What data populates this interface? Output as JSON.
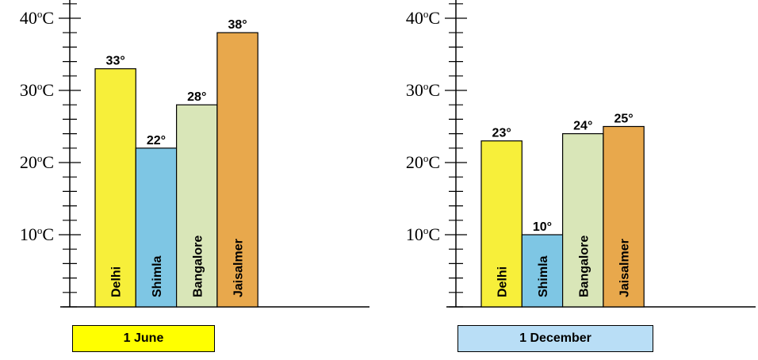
{
  "chart_data": [
    {
      "type": "bar",
      "caption": "1 June",
      "caption_color": "#ffff00",
      "categories": [
        "Delhi",
        "Shimla",
        "Bangalore",
        "Jaisalmer"
      ],
      "values": [
        33,
        22,
        28,
        38
      ],
      "value_labels": [
        "33°",
        "22°",
        "28°",
        "38°"
      ],
      "colors": [
        "#f7ef3a",
        "#7ec6e4",
        "#d9e6b8",
        "#e8a84c"
      ],
      "ylim": [
        0,
        42
      ],
      "yticks": [
        {
          "num": "10",
          "deg": "o",
          "unit": "C",
          "value": 10
        },
        {
          "num": "20",
          "deg": "o",
          "unit": "C",
          "value": 20
        },
        {
          "num": "30",
          "deg": "o",
          "unit": "C",
          "value": 30
        },
        {
          "num": "40",
          "deg": "o",
          "unit": "C",
          "value": 40
        }
      ]
    },
    {
      "type": "bar",
      "caption": "1 December",
      "caption_color": "#b9def6",
      "categories": [
        "Delhi",
        "Shimla",
        "Bangalore",
        "Jaisalmer"
      ],
      "values": [
        23,
        10,
        24,
        25
      ],
      "value_labels": [
        "23°",
        "10°",
        "24°",
        "25°"
      ],
      "colors": [
        "#f7ef3a",
        "#7ec6e4",
        "#d9e6b8",
        "#e8a84c"
      ],
      "ylim": [
        0,
        42
      ],
      "yticks": [
        {
          "num": "10",
          "deg": "o",
          "unit": "C",
          "value": 10
        },
        {
          "num": "20",
          "deg": "o",
          "unit": "C",
          "value": 20
        },
        {
          "num": "30",
          "deg": "o",
          "unit": "C",
          "value": 30
        },
        {
          "num": "40",
          "deg": "o",
          "unit": "C",
          "value": 40
        }
      ]
    }
  ]
}
